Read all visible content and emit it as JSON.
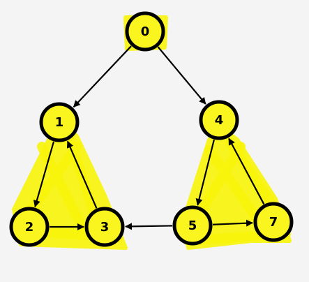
{
  "graph": {
    "background": "#f4f4f4",
    "node_fill": "#fbf51f",
    "highlight": "#f8f40a",
    "stroke": "#000000",
    "nodes": [
      {
        "id": "0",
        "label": "0"
      },
      {
        "id": "1",
        "label": "1"
      },
      {
        "id": "4",
        "label": "4"
      },
      {
        "id": "2",
        "label": "2"
      },
      {
        "id": "3",
        "label": "3"
      },
      {
        "id": "5",
        "label": "5"
      },
      {
        "id": "7",
        "label": "7"
      }
    ],
    "edges": [
      {
        "from": "0",
        "to": "1"
      },
      {
        "from": "0",
        "to": "4"
      },
      {
        "from": "1",
        "to": "2"
      },
      {
        "from": "2",
        "to": "3"
      },
      {
        "from": "3",
        "to": "1"
      },
      {
        "from": "4",
        "to": "5"
      },
      {
        "from": "5",
        "to": "3"
      },
      {
        "from": "5",
        "to": "7"
      },
      {
        "from": "7",
        "to": "4"
      }
    ]
  }
}
